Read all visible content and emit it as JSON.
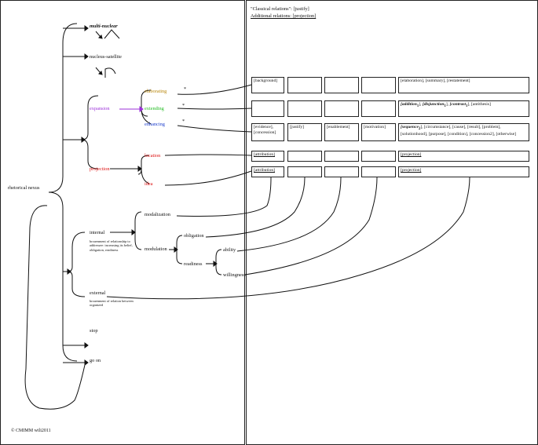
{
  "legend": {
    "classical": "\"Classical relations\": [justify]",
    "additional": "Additional relations: [projection]"
  },
  "left": {
    "root": "rhetorical nexus",
    "multinuclear": "multi-nuclear",
    "nucleus_satellite": "nucleus-satellite",
    "expansion": "expansion",
    "elaborating": "elaborating",
    "extending": "extending",
    "enhancing": "enhancing",
    "star": "*",
    "projection": "projection",
    "location": "location",
    "idea": "idea",
    "internal": "internal",
    "internal_note": "broaenment of relationship to addressee: increasing its belief, obligation, readiness",
    "modalization": "modalization",
    "modulation": "modulation",
    "obligation": "obligation",
    "readiness": "readiness",
    "ability": "ability",
    "willingness": "willingness",
    "external": "external",
    "external_note": "broaenment of relation between organized",
    "stop": "stop",
    "go_on": "go on",
    "copyright": "© CMIMM wili2011"
  },
  "grid": {
    "row1": {
      "c1": "[background]",
      "c2": "",
      "c3": "",
      "c4": "",
      "c5": "[elaboration], [summary], [restatement]"
    },
    "row2": {
      "c5_addition": "[addition",
      "c5_addition_sub": "1",
      "c5_disjunction": "[disjunction",
      "c5_disjunction_sub": "1",
      "c5_contrast": "[contrast",
      "c5_contrast_sub": "1",
      "c5_antithesis": "[antithesis]"
    },
    "row3": {
      "c1": "[evidence], [concession]",
      "c2": "[justify]",
      "c3": "[enablement]",
      "c4": "[motivation]",
      "c5_sequence": "[sequence",
      "c5_sequence_sub": "2",
      "c5_rest": "[circumstance], [cause], [result], [problem], [solutionhood], [purpose], [condition], [concession2], [otherwise]"
    },
    "row4": {
      "c1": "[attribution]",
      "c5": "[projection]"
    },
    "row5": {
      "c1": "[attribution]",
      "c5": "[projection]"
    }
  },
  "colors": {
    "elaborating": "#b8860b",
    "extending": "#22bb22",
    "enhancing": "#1a3ccc",
    "expansion": "#9b30d9",
    "projection": "#dd1111"
  }
}
